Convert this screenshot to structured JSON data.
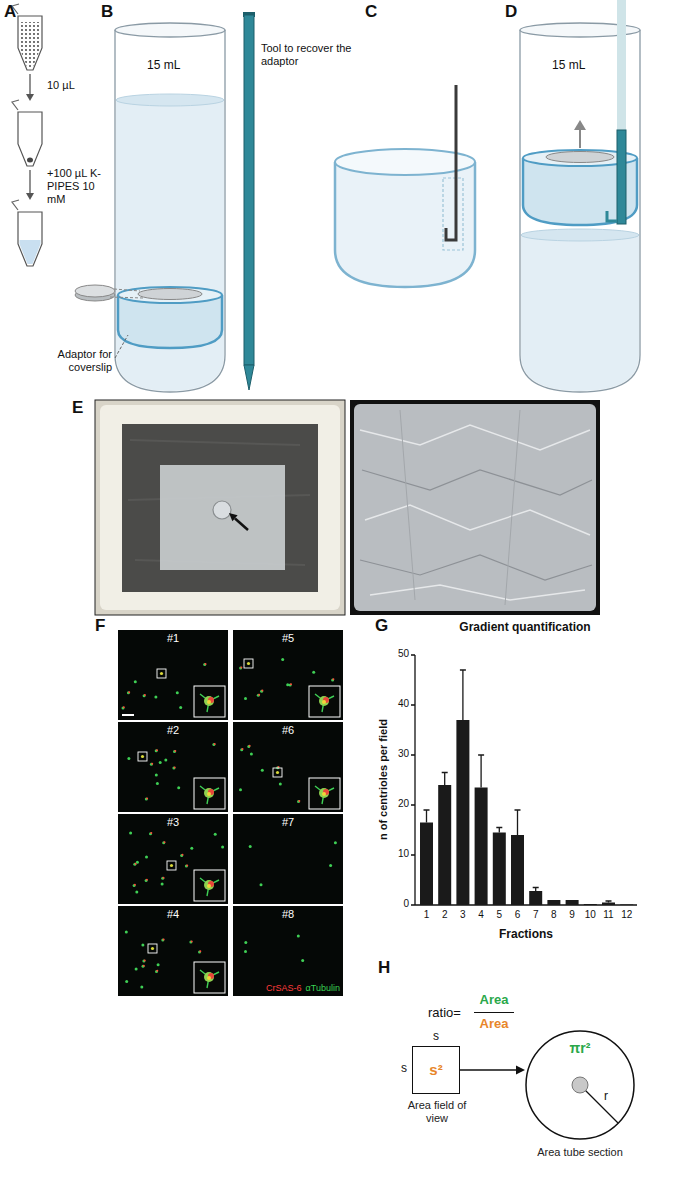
{
  "diagram": {
    "nodes": [
      {
        "text": [
          "#1"
        ]
      },
      {
        "text": [
          "#5"
        ]
      },
      {
        "text": [
          "#2"
        ]
      },
      {
        "text": [
          "#6"
        ]
      },
      {
        "text": [
          "#3"
        ]
      },
      {
        "text": [
          "#7"
        ]
      },
      {
        "text": [
          "#4"
        ]
      },
      {
        "text": [
          "#8",
          "CrSAS-6",
          "αTubulin"
        ]
      },
      {
        "text": [
          "s²",
          "Area field of view"
        ]
      },
      {
        "text": [
          "πr²",
          "Area tube section"
        ]
      }
    ],
    "edges": [
      {
        "from": 8,
        "to": 9,
        "arrow": "to"
      }
    ],
    "labels": [
      "A",
      "B",
      "C",
      "D",
      "10 µL",
      "+100 µL K-PIPES 10 mM",
      "15 mL",
      "Tool to recover the adaptor",
      "Adaptor for coverslip",
      "15 mL",
      "E",
      "F",
      "G",
      "Gradient quantification",
      "n of centrioles per field",
      "0",
      "10",
      "20",
      "30",
      "40",
      "50",
      "1",
      "2",
      "3",
      "4",
      "5",
      "6",
      "7",
      "8",
      "9",
      "10",
      "11",
      "12",
      "Fractions",
      "H",
      "ratio=",
      "Area",
      "Area",
      "s",
      "s",
      "r"
    ]
  }
}
